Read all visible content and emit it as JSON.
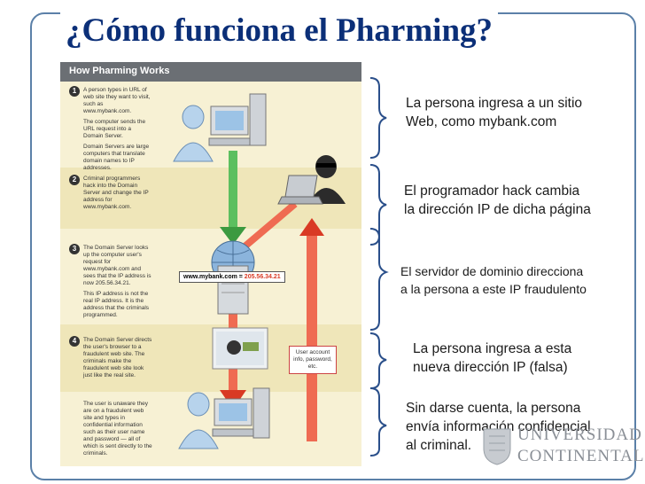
{
  "slide": {
    "title": "¿Cómo funciona el Pharming?"
  },
  "infographic": {
    "header": "How Pharming Works",
    "steps": [
      {
        "num": "1",
        "paragraphs": [
          "A person types in URL of web site they want to visit, such as www.mybank.com.",
          "The computer sends the URL request into a Domain Server.",
          "Domain Servers are large computers that translate domain names to IP addresses."
        ]
      },
      {
        "num": "2",
        "paragraphs": [
          "Criminal programmers hack into the Domain Server and change the IP address for www.mybank.com."
        ]
      },
      {
        "num": "3",
        "paragraphs": [
          "The Domain Server looks up the computer user's request for www.mybank.com and sees that the IP address is now 205.56.34.21.",
          "This IP address is not the real IP address. It is the address that the criminals programmed."
        ]
      },
      {
        "num": "4",
        "paragraphs": [
          "The Domain Server directs the user's browser to a fraudulent web site. The criminals make the fraudulent web site look just like the real site."
        ]
      },
      {
        "num": "",
        "paragraphs": [
          "The user is unaware they are on a fraudulent web site and types in confidential information such as their user name and password — all of which is sent directly to the criminals."
        ]
      }
    ],
    "url_box": {
      "domain": "www.mybank.com",
      "equals": " = ",
      "ip": "205.56.34.21"
    },
    "user_info_box": "User account info, password, etc."
  },
  "captions": [
    {
      "lines": [
        "La persona ingresa a un sitio",
        "Web, como mybank.com"
      ]
    },
    {
      "lines": [
        "El programador hack cambia",
        "la dirección IP de dicha página"
      ]
    },
    {
      "lines": [
        "El servidor de dominio direcciona",
        "a la persona a este IP fraudulento"
      ]
    },
    {
      "lines": [
        "La persona ingresa a esta",
        "nueva dirección IP (falsa)"
      ]
    },
    {
      "lines": [
        "Sin darse cuenta, la persona",
        "envía información confidencial",
        "al criminal."
      ]
    }
  ],
  "logo": {
    "line1": "UNIVERSIDAD",
    "line2": "CONTINENTAL"
  },
  "colors": {
    "title": "#0b2f78",
    "frame": "#5b80a8",
    "brace": "#2a4f8a",
    "infographic_bg": "#f7f1d4",
    "infographic_band": "#efe6b9",
    "arrow_green": "#4caf50",
    "arrow_red": "#e8412c"
  }
}
